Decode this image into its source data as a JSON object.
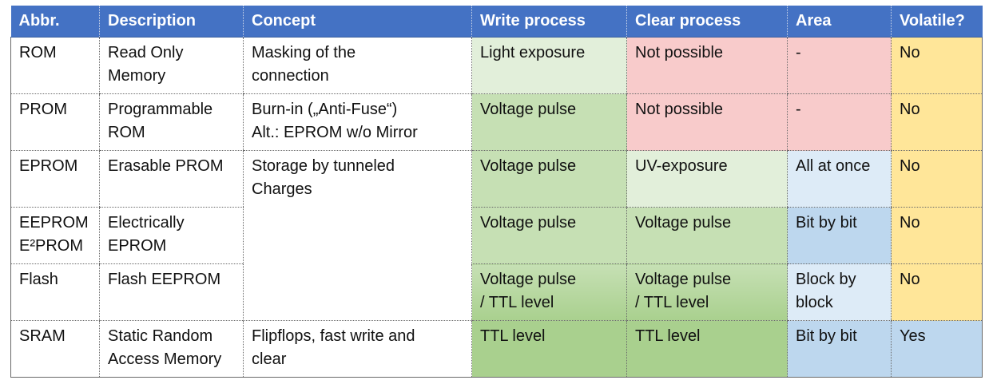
{
  "headers": [
    "Abbr.",
    "Description",
    "Concept",
    "Write process",
    "Clear process",
    "Area",
    "Volatile?"
  ],
  "rows": [
    {
      "abbr": [
        "ROM"
      ],
      "description": [
        "Read Only",
        "Memory"
      ],
      "concept": [
        "Masking of the",
        "connection"
      ],
      "write": [
        "Light exposure"
      ],
      "clear": [
        "Not possible"
      ],
      "area": [
        "-"
      ],
      "volatile": [
        "No"
      ]
    },
    {
      "abbr": [
        "PROM"
      ],
      "description": [
        "Programmable",
        "ROM"
      ],
      "concept": [
        "Burn-in („Anti-Fuse“)",
        "Alt.: EPROM w/o Mirror"
      ],
      "write": [
        "Voltage pulse"
      ],
      "clear": [
        "Not possible"
      ],
      "area": [
        "-"
      ],
      "volatile": [
        "No"
      ]
    },
    {
      "abbr": [
        "EPROM"
      ],
      "description": [
        "Erasable PROM"
      ],
      "concept": [
        "Storage by tunneled",
        "Charges"
      ],
      "write": [
        "Voltage pulse"
      ],
      "clear": [
        "UV-exposure"
      ],
      "area": [
        "All at once"
      ],
      "volatile": [
        "No"
      ]
    },
    {
      "abbr": [
        "EEPROM",
        "E²PROM"
      ],
      "description": [
        "Electrically",
        "EPROM"
      ],
      "write": [
        "Voltage pulse"
      ],
      "clear": [
        "Voltage pulse"
      ],
      "area": [
        "Bit by bit"
      ],
      "volatile": [
        "No"
      ]
    },
    {
      "abbr": [
        "Flash"
      ],
      "description": [
        "Flash EEPROM"
      ],
      "write": [
        "Voltage pulse",
        "/ TTL level"
      ],
      "clear": [
        "Voltage pulse",
        "/ TTL level"
      ],
      "area": [
        "Block by",
        "block"
      ],
      "volatile": [
        "No"
      ]
    },
    {
      "abbr": [
        "SRAM"
      ],
      "description": [
        "Static Random",
        "Access Memory"
      ],
      "concept": [
        "Flipflops, fast write and",
        "clear"
      ],
      "write": [
        "TTL level"
      ],
      "clear": [
        "TTL level"
      ],
      "area": [
        "Bit by bit"
      ],
      "volatile": [
        "Yes"
      ]
    }
  ],
  "colors": {
    "header_bg": "#4472c4",
    "header_text": "#ffffff",
    "green_light": "#e2efda",
    "green_mid": "#c6e0b4",
    "green_dark": "#a9d08e",
    "red_light": "#f8cbcb",
    "blue_light": "#ddebf7",
    "blue_mid": "#bdd7ee",
    "yellow": "#ffe699"
  }
}
